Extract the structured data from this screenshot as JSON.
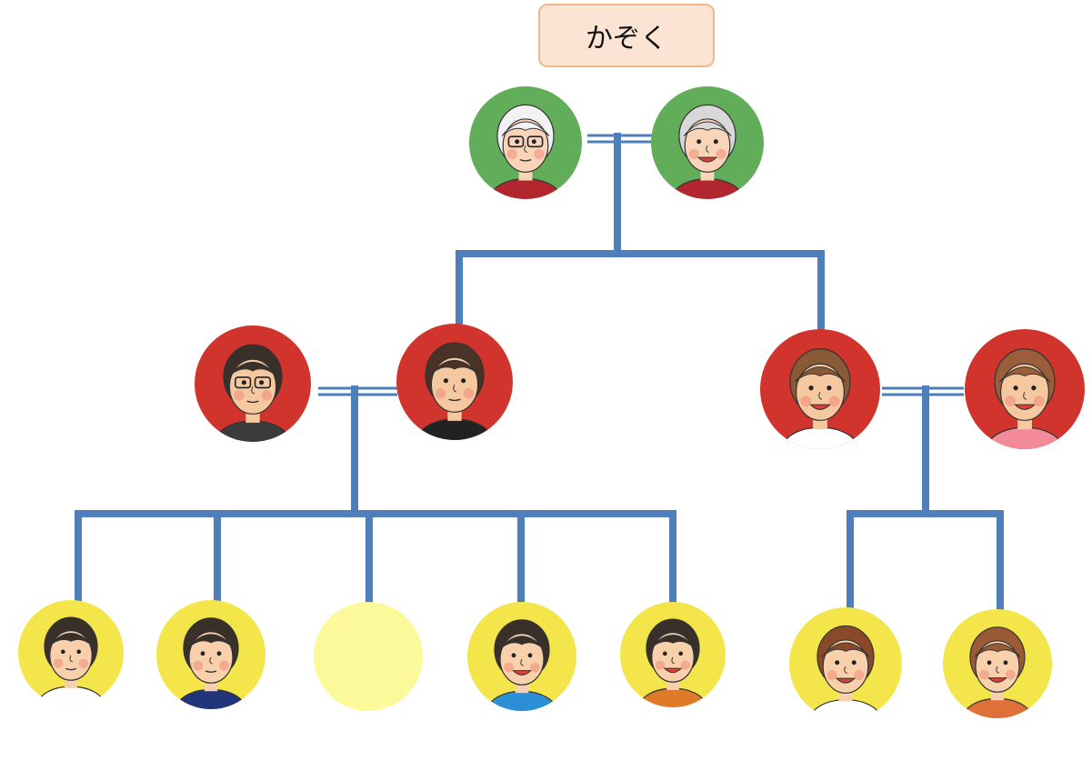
{
  "title": "かぞく",
  "colors": {
    "line": "#4f7fbb",
    "grandparent_circle": "#62ad5a",
    "parent_circle": "#d1342c",
    "child_circle": "#f4e64a",
    "empty_circle": "#fbf99a",
    "title_bg": "#fbe4d4",
    "title_border": "#f0b888"
  },
  "members": [
    {
      "id": "grandfather",
      "generation": "grandparent",
      "hair": "#f2f2f2",
      "skin": "#f8d4b8",
      "glasses": true,
      "shirt": "#b2272d",
      "smile": false
    },
    {
      "id": "grandmother",
      "generation": "grandparent",
      "hair": "#d8d8d8",
      "skin": "#f8d4b8",
      "glasses": false,
      "shirt": "#b2272d",
      "smile": true
    },
    {
      "id": "uncle",
      "generation": "parent",
      "hair": "#3a302a",
      "skin": "#f6c8a0",
      "glasses": true,
      "shirt": "#3b3b3b",
      "smile": false
    },
    {
      "id": "mother",
      "generation": "parent",
      "hair": "#4a3326",
      "skin": "#f6c8a0",
      "glasses": false,
      "shirt": "#222222",
      "smile": false
    },
    {
      "id": "father",
      "generation": "parent",
      "hair": "#8a5a36",
      "skin": "#f6c8a0",
      "glasses": false,
      "shirt": "#ffffff",
      "smile": true
    },
    {
      "id": "aunt",
      "generation": "parent",
      "hair": "#9a5f3a",
      "skin": "#f6c8a0",
      "glasses": false,
      "shirt": "#f28a9a",
      "smile": true
    },
    {
      "id": "older-brother",
      "generation": "child",
      "hair": "#3a302a",
      "skin": "#f8d0ac",
      "glasses": false,
      "shirt": "#ffffff",
      "smile": false
    },
    {
      "id": "older-sister",
      "generation": "child",
      "hair": "#3a302a",
      "skin": "#f8d0ac",
      "glasses": false,
      "shirt": "#23357a",
      "smile": false
    },
    {
      "id": "me",
      "generation": "child",
      "empty": true
    },
    {
      "id": "younger-brother",
      "generation": "child",
      "hair": "#3a302a",
      "skin": "#f8d0ac",
      "glasses": false,
      "shirt": "#2b8fd6",
      "smile": true
    },
    {
      "id": "younger-sister",
      "generation": "child",
      "hair": "#3a302a",
      "skin": "#f8d0ac",
      "glasses": false,
      "shirt": "#e07a2a",
      "smile": true
    },
    {
      "id": "cousin-boy",
      "generation": "child",
      "hair": "#8a4a2a",
      "skin": "#f8d0ac",
      "glasses": false,
      "shirt": "#ffffff",
      "smile": true
    },
    {
      "id": "cousin-girl",
      "generation": "child",
      "hair": "#9a5a36",
      "skin": "#f8d0ac",
      "glasses": false,
      "shirt": "#e0703a",
      "smile": true
    }
  ]
}
